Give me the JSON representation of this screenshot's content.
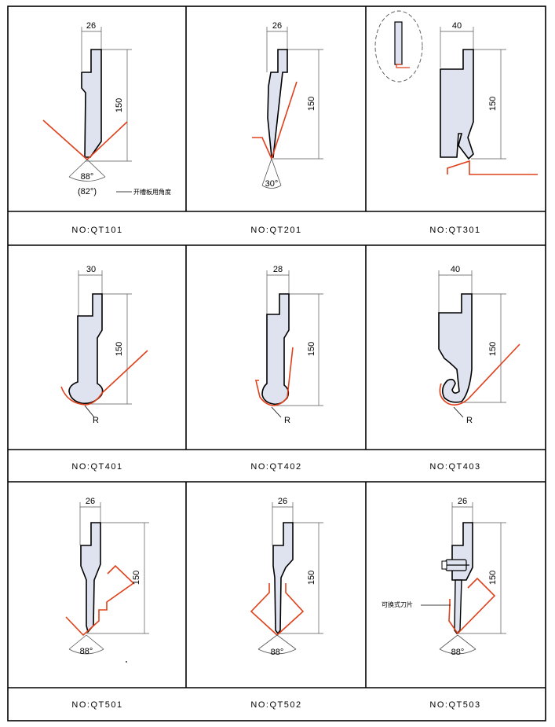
{
  "catalog": {
    "rows": [
      {
        "cells": [
          {
            "model": "NO:QT101",
            "width": "26",
            "height": "150",
            "angle": "88°",
            "alt_angle": "(82°)",
            "note": "开槽板用角度"
          },
          {
            "model": "NO:QT201",
            "width": "26",
            "height": "150",
            "angle": "30°"
          },
          {
            "model": "NO:QT301",
            "width": "40",
            "height": "150"
          }
        ]
      },
      {
        "cells": [
          {
            "model": "NO:QT401",
            "width": "30",
            "height": "150",
            "radius": "R"
          },
          {
            "model": "NO:QT402",
            "width": "28",
            "height": "150",
            "radius": "R"
          },
          {
            "model": "NO:QT403",
            "width": "40",
            "height": "150",
            "radius": "R"
          }
        ]
      },
      {
        "cells": [
          {
            "model": "NO:QT501",
            "width": "26",
            "height": "150",
            "angle": "88°"
          },
          {
            "model": "NO:QT502",
            "width": "26",
            "height": "150",
            "angle": "88°"
          },
          {
            "model": "NO:QT503",
            "width": "26",
            "height": "150",
            "angle": "88°",
            "note": "可换式刀片"
          }
        ]
      }
    ]
  },
  "colors": {
    "line": "#000000",
    "tool_fill": "#dfe3f0",
    "sheet_metal": "#e0401a",
    "dim_line": "#555555"
  }
}
